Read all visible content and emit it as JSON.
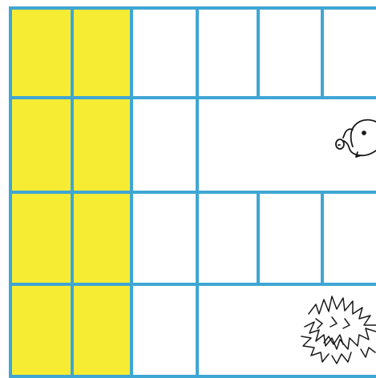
{
  "grid": {
    "line_color": "#3fa6d4",
    "fill_color": "#f6ec33",
    "background_color": "#ffffff",
    "rows": 4,
    "shaded_columns": 2
  },
  "decorations": [
    {
      "row": 2,
      "icon": "pig-head-icon"
    },
    {
      "row": 4,
      "icon": "hedgehog-icon"
    }
  ]
}
